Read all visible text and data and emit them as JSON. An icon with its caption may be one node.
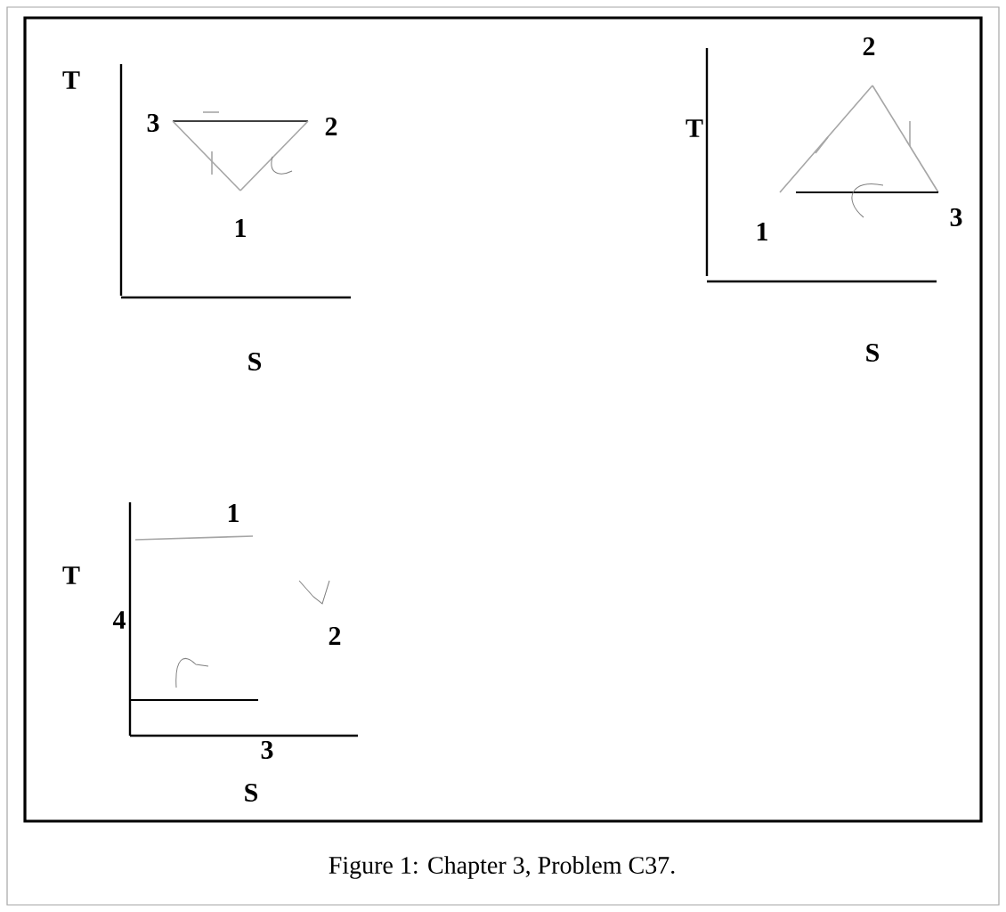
{
  "diagram": {
    "caption": "Figure 1: Chapter 3, Problem C37.",
    "labels": [
      "T",
      "3",
      "2",
      "1",
      "S",
      "2",
      "T",
      "1",
      "3",
      "S",
      "1",
      "T",
      "4",
      "2",
      "3",
      "S"
    ]
  }
}
